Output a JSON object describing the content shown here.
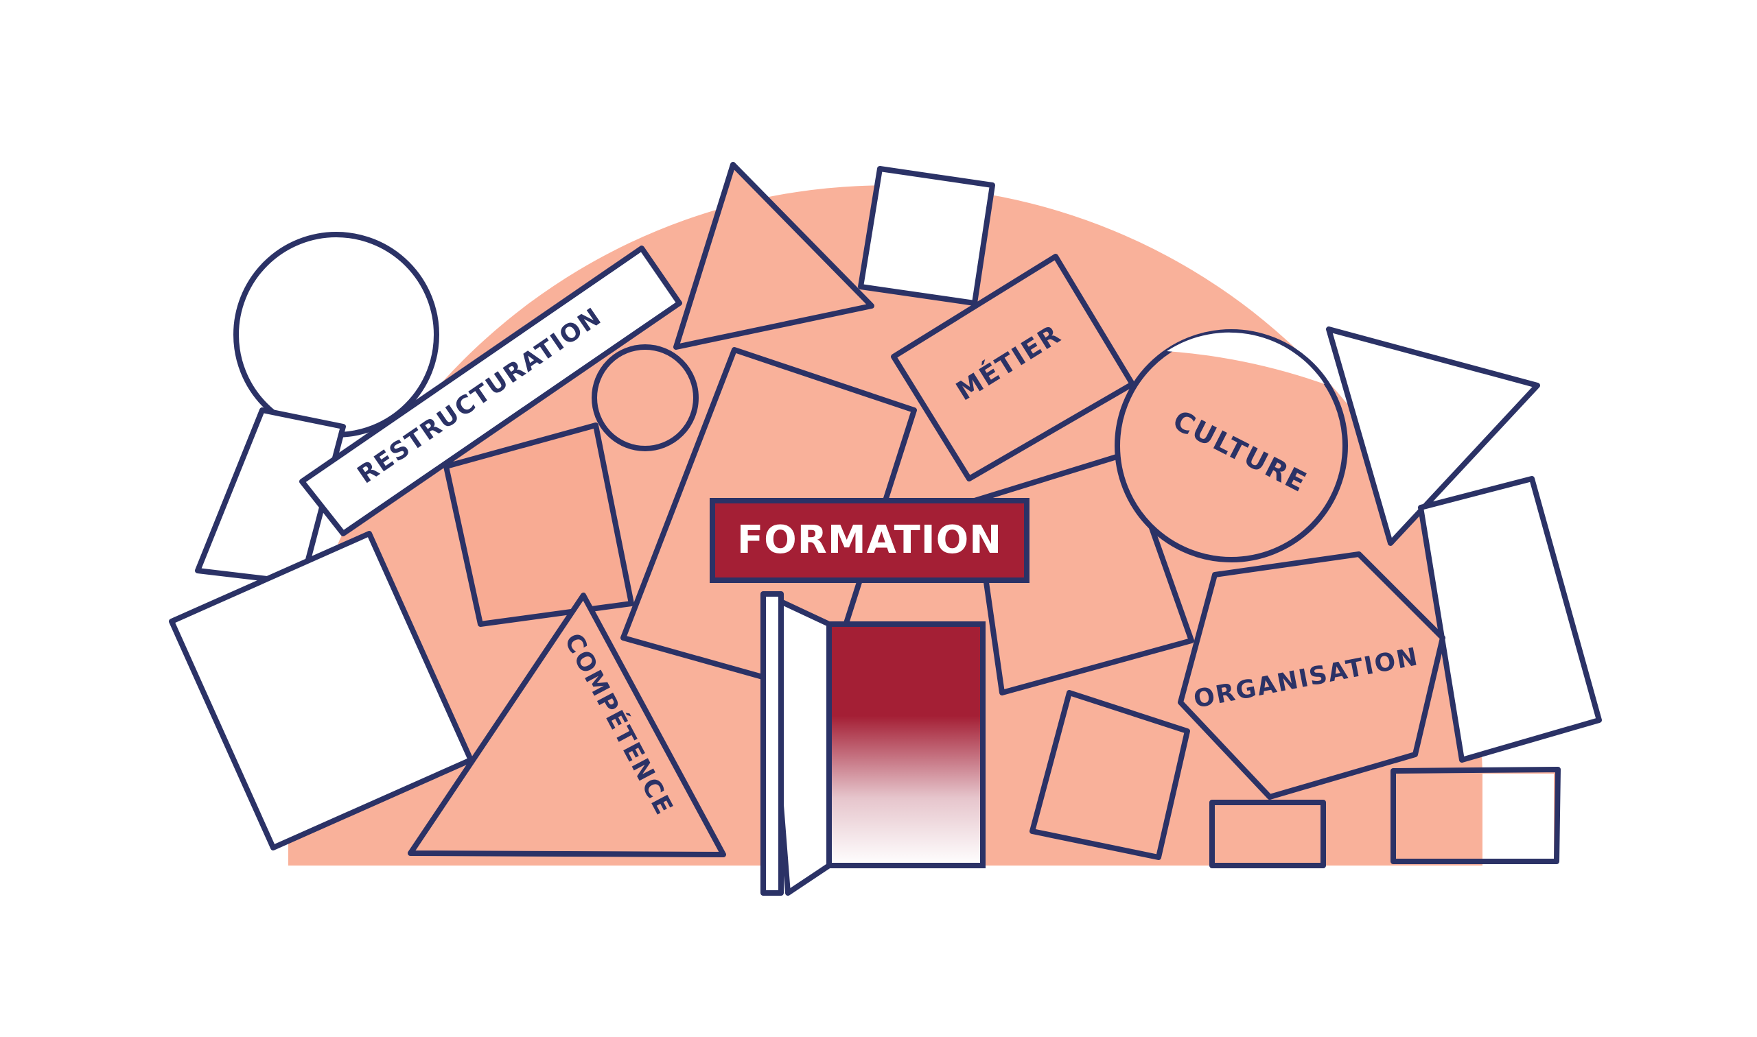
{
  "labels": {
    "restructuration": "RESTRUCTURATION",
    "metier": "MÉTIER",
    "culture": "CULTURE",
    "formation": "FORMATION",
    "competence": "COMPÉTENCE",
    "organisation": "ORGANISATION"
  },
  "colors": {
    "outline": "#2b3266",
    "salmon": "#f9b19a",
    "burgundy": "#a41f35",
    "white": "#ffffff"
  },
  "icons": {
    "door": "open-door-icon"
  }
}
